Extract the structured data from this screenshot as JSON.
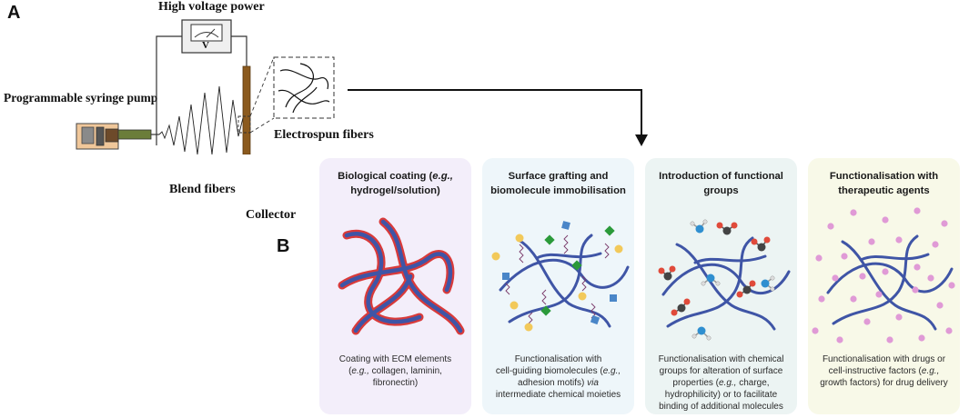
{
  "panel_a": {
    "letter": "A",
    "labels": {
      "power": "High voltage power",
      "voltmeter": "V",
      "pump": "Programmable syringe pump",
      "blend": "Blend fibers",
      "collector": "Collector",
      "fibers": "Electrospun fibers"
    }
  },
  "panel_b": {
    "letter": "B",
    "cards": [
      {
        "title_lines": [
          "Biological coating (e.g.,",
          "hydrogel/solution)"
        ],
        "desc_lines": [
          "Coating with ECM elements",
          "(e.g., collagen, laminin,",
          "fibronectin)"
        ]
      },
      {
        "title_lines": [
          "Surface grafting and",
          "biomolecule immobilisation"
        ],
        "desc_lines": [
          "Functionalisation with",
          "cell-guiding biomolecules (e.g.,",
          "adhesion motifs) via",
          "intermediate chemical moieties"
        ]
      },
      {
        "title_lines": [
          "Introduction of functional",
          "groups"
        ],
        "desc_lines": [
          "Functionalisation with chemical",
          "groups for alteration of surface",
          "properties (e.g., charge,",
          "hydrophilicity) or to facilitate",
          "binding of additional molecules"
        ]
      },
      {
        "title_lines": [
          "Functionalisation with",
          "therapeutic agents"
        ],
        "desc_lines": [
          "Functionalisation with drugs or",
          "cell-instructive factors (e.g.,",
          "growth factors) for drug delivery"
        ]
      }
    ]
  },
  "colors": {
    "card_bg": [
      "#f3eefa",
      "#eef6fa",
      "#ecf4f3",
      "#f8f9e8"
    ],
    "fiber": "#3f55a6",
    "coating": "#d93a3a",
    "collector": "#8b5a1e",
    "pump_body": "#f0c79a",
    "needle": "#6b7d3a",
    "particle": "#e09ad6"
  }
}
